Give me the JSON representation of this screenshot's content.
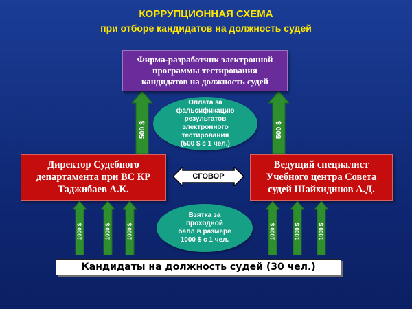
{
  "title": {
    "line1": "КОРРУПЦИОННАЯ СХЕМА",
    "line2": "при отборе кандидатов на должность судей"
  },
  "firm_box": {
    "lines": [
      "Фирма-разработчик электронной",
      "программы тестирования",
      "кандидатов на должность судей"
    ]
  },
  "payment_ellipse": {
    "lines": [
      "Оплата за",
      "фальсификацию",
      "результатов",
      "электронного",
      "тестирования",
      "(500 $ с 1 чел.)"
    ]
  },
  "bribe_ellipse": {
    "lines": [
      "Взятка за",
      "проходной",
      "балл в размере",
      "1000 $ с 1 чел."
    ]
  },
  "director_box": {
    "lines": [
      "Директор Судебного",
      "департамента при ВС КР",
      "Таджибаев А.К."
    ]
  },
  "specialist_box": {
    "lines": [
      "Ведущий специалист",
      "Учебного центра Совета",
      "судей Шайхидинов А.Д."
    ]
  },
  "collusion_label": "СГОВОР",
  "upper_arrows": {
    "label": "500 $"
  },
  "lower_arrows": {
    "label": "1000 $"
  },
  "candidates_label": "Кандидаты на должность судей (30 чел.)",
  "colors": {
    "background": "#102a78",
    "title": "#ffe600",
    "firm_box": "#6a2c9a",
    "official_box": "#c50d0d",
    "ellipse": "#16a085",
    "arrow": "#2f8f2f"
  }
}
